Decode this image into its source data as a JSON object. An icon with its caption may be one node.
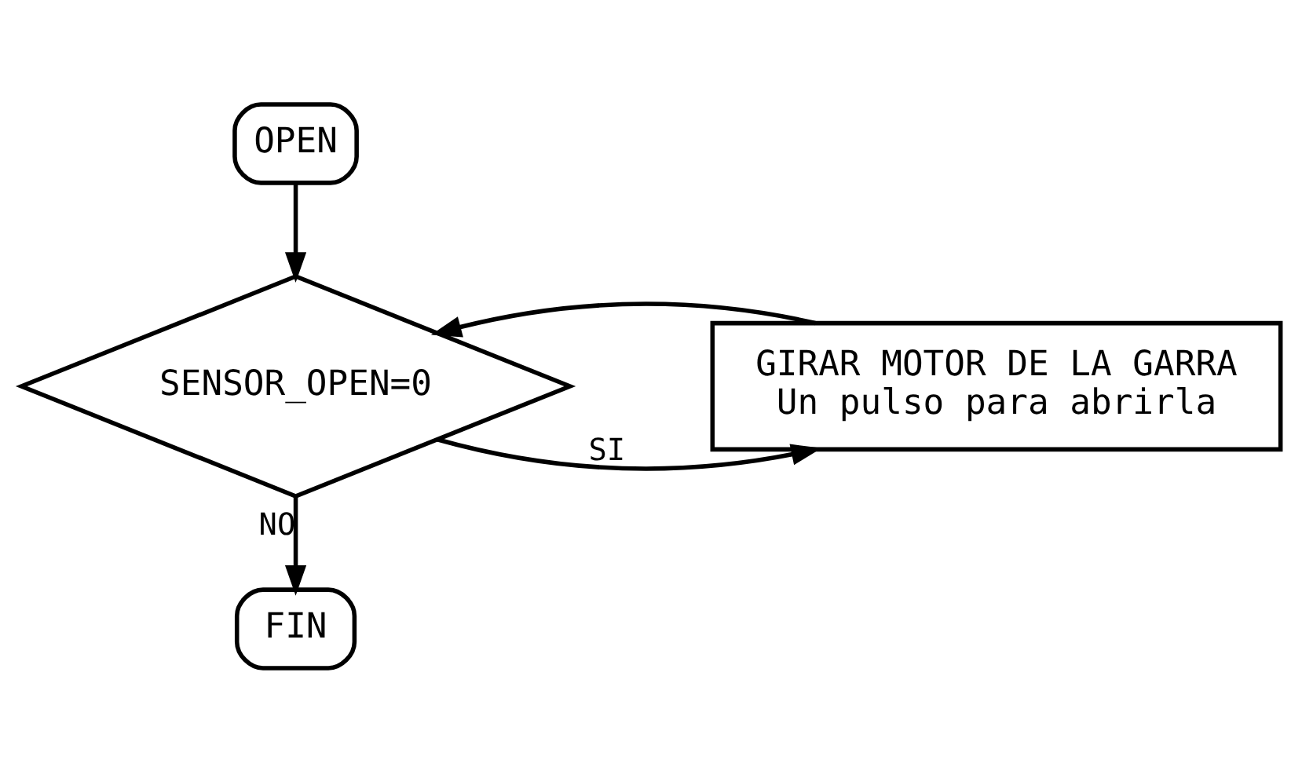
{
  "diagram": {
    "nodes": [
      {
        "text": [
          "OPEN"
        ]
      },
      {
        "text": [
          "SENSOR_OPEN=0"
        ]
      },
      {
        "text": [
          "GIRAR MOTOR DE LA GARRA",
          "Un pulso para abrirla"
        ]
      },
      {
        "text": [
          "FIN"
        ]
      }
    ],
    "edges": [
      {
        "from": 0,
        "to": 1,
        "arrow": "to"
      },
      {
        "from": 1,
        "to": 2,
        "label": "SI",
        "arrow": "to"
      },
      {
        "from": 2,
        "to": 1,
        "arrow": "to"
      },
      {
        "from": 1,
        "to": 3,
        "label": "NO",
        "arrow": "to"
      }
    ]
  }
}
